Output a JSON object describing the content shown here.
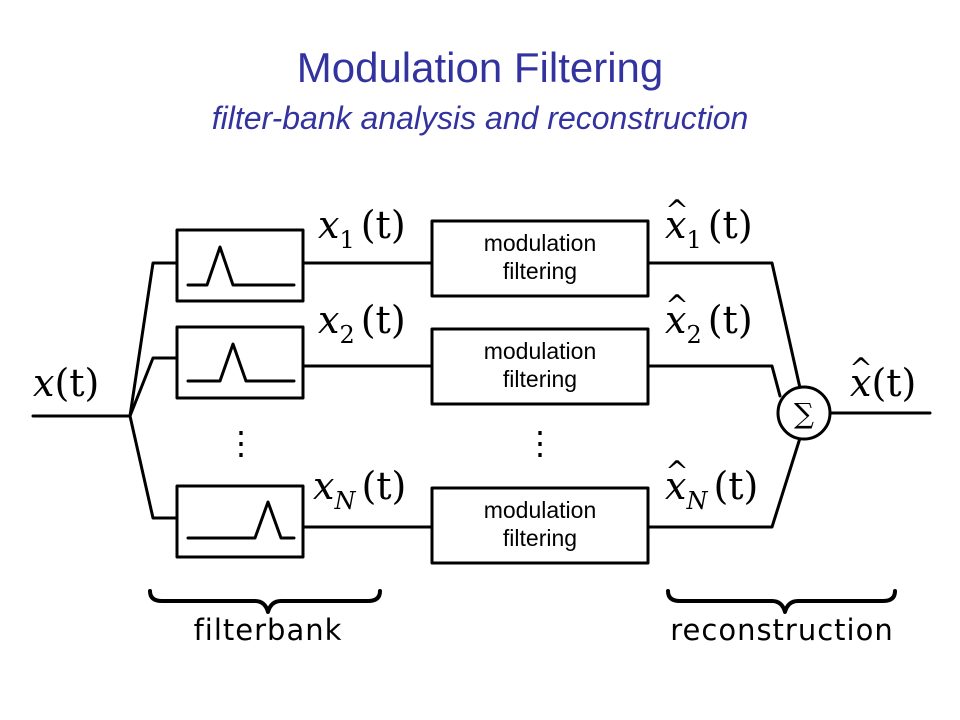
{
  "title": "Modulation Filtering",
  "subtitle": "filter-bank analysis and reconstruction",
  "diagram": {
    "input": {
      "var": "x",
      "arg": "(t)"
    },
    "output": {
      "var": "x",
      "arg": "(t)"
    },
    "channels": [
      {
        "var": "x",
        "sub": "1",
        "arg": "(t)",
        "hat_sub": "1",
        "block_line1": "modulation",
        "block_line2": "filtering"
      },
      {
        "var": "x",
        "sub": "2",
        "arg": "(t)",
        "hat_sub": "2",
        "block_line1": "modulation",
        "block_line2": "filtering"
      },
      {
        "var": "x",
        "sub": "N",
        "arg": "(t)",
        "hat_sub": "N",
        "block_line1": "modulation",
        "block_line2": "filtering"
      }
    ],
    "sum_symbol": "∑",
    "ellipsis": "⋮",
    "brace_labels": {
      "left": "filterbank",
      "right": "reconstruction"
    }
  }
}
